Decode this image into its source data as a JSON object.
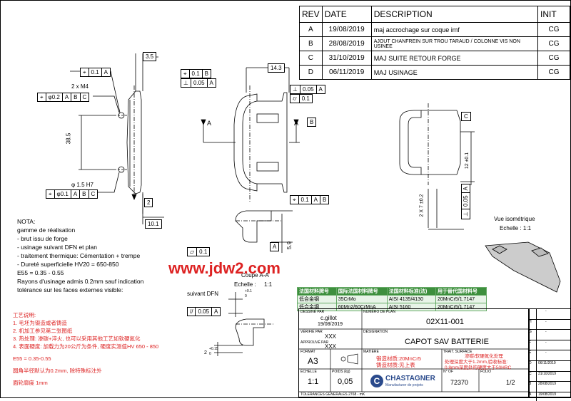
{
  "revisions": {
    "headers": [
      "REV",
      "DATE",
      "DESCRIPTION",
      "INIT"
    ],
    "rows": [
      {
        "rev": "A",
        "date": "19/08/2019",
        "desc": "maj accrochage sur coque imf",
        "init": "CG"
      },
      {
        "rev": "B",
        "date": "28/08/2019",
        "desc": "AJOUT CHANFREIN SUR TROU TARAUD / COLONNE VIS NON USINEE",
        "init": "CG"
      },
      {
        "rev": "C",
        "date": "31/10/2019",
        "desc": "MAJ SUITE RETOUR FORGE",
        "init": "CG"
      },
      {
        "rev": "D",
        "date": "06/11/2019",
        "desc": "MAJ USINAGE",
        "init": "CG"
      }
    ]
  },
  "dims": {
    "d35": "3.5",
    "d143": "14.3",
    "d385": "38.5",
    "d2": "2",
    "d101": "10.1",
    "d59": "5.9",
    "m4": "2 x M4",
    "h7": "φ 1.5 H7",
    "prof": "2 X 7 ±0.2",
    "plus_minus": "12 ±0.1",
    "dim_plus01": "+0.1",
    "dim_0": "0",
    "dim_2": "2",
    "dim_015": "+0.15",
    "dim_0b": "0"
  },
  "tolerances": {
    "t1": [
      "⌖",
      "0.1",
      "A"
    ],
    "t2": [
      "⌖",
      "φ0.2",
      "A",
      "B",
      "C"
    ],
    "t3": [
      "⌖",
      "φ0.1",
      "A",
      "B",
      "C"
    ],
    "t4": [
      "⌖",
      "0.1",
      "B"
    ],
    "t5": [
      "⊥",
      "0.05",
      "A"
    ],
    "t6": [
      "⊥",
      "0.05",
      "A"
    ],
    "t7": [
      "⌭",
      "0.1"
    ],
    "t8": [
      "⌖",
      "0.1",
      "A",
      "B"
    ],
    "t9": [
      "▱",
      "0.1"
    ],
    "t10": [
      "//",
      "0.05",
      "A"
    ],
    "t11": [
      "⊥",
      "0.05",
      "A"
    ]
  },
  "datums": {
    "a": "A",
    "b": "B",
    "c": "C"
  },
  "labels": {
    "coupe": "Coupe A-A",
    "echelle": "Echelle :",
    "scale1": "1:1",
    "suivant": "suivant DFN",
    "vue": "Vue isométrique",
    "vue_ech": "Echelle :  1:1",
    "section_a": "A"
  },
  "notes_fr": [
    "NOTA:",
    "gamme de réalisation",
    " - brut issu de forge",
    " - usinage suivant DFN et plan",
    " - traitement thermique: Cémentation + trempe",
    " - Dureté superficielle HV20 = 650-850",
    "E55 = 0.35 - 0.55",
    "Rayons d'usinage admis 0.2mm sauf indication",
    "tolérance sur les faces externes visible:"
  ],
  "notes_cn": [
    "工艺说明:",
    "1. 毛坯为锻造或者铸造",
    "2. 机加工参见第二张图纸",
    "3. 热处理: 渗碳+淬火, 也可以采用其他工艺如软硬氮化",
    "4. 表面硬度: 加载力为20公斤为条件, 硬度实测值HV 650 - 850",
    "E55 = 0.35-0.55",
    "圆角半径默认为0.2mm, 除特殊标注外",
    "面轮廓度 1mm"
  ],
  "watermark": "www.jdw2.com",
  "materials": {
    "headers": [
      "法国材料牌号",
      "国际法国材料牌号",
      "法国材料标准(法)",
      "用于替代国材料号"
    ],
    "rows": [
      [
        "低合金钢",
        "35CrMo",
        "AISI 4135/4130",
        "20MnCr5/1.7147"
      ],
      [
        "低合金钢",
        "60Mn2/60CrMnA",
        "AISI 5160",
        "20MnCr5/1.7147"
      ]
    ]
  },
  "titleblock": {
    "dessine_lbl": "DESSINÉ PAR",
    "dessine": "c.gillot",
    "date1": "19/08/2019",
    "numero_lbl": "NUMÉRO DE PLAN",
    "numero": "02X11-001",
    "verif_lbl": "VÉRIFIÉ PAR",
    "verif": "XXX",
    "designation_lbl": "DÉSIGNATION",
    "designation": "CAPOT SAV BATTERIE",
    "approuve_lbl": "APPROUVÉ PAR",
    "approuve": "XXX",
    "format_lbl": "FORMAT",
    "format": "A3",
    "matiere_lbl": "MATIÈRE",
    "matiere": "锻造材质:20MnCr5",
    "matiere2": "铸造材质:见上表",
    "traitement_lbl": "TRAIT. SURFACE",
    "traitement": "渗碳/软硬氮化处理",
    "traitement2": "处理深度大于1.2mm,验收标准:",
    "traitement3": "0.8mm深度处的硬度大于50HRC",
    "echelle_lbl": "ÉCHELLE",
    "echelle": "1:1",
    "poids_lbl": "POIDS (kg)",
    "poids": "0,05",
    "company": "CHASTAGNER",
    "company_sub": "Manufacturer de projets",
    "nof_lbl": "N° OF",
    "nof": "72370",
    "folio_lbl": "FOLIO",
    "folio": "1/2",
    "tolerances": "TOLERANCES GENERALES 2768 - mK"
  },
  "rev_side": [
    {
      "rev": "I",
      "date": "-"
    },
    {
      "rev": "H",
      "date": "-"
    },
    {
      "rev": "G",
      "date": "-"
    },
    {
      "rev": "F",
      "date": "-"
    },
    {
      "rev": "E",
      "date": "-"
    },
    {
      "rev": "D",
      "date": "06/11/2019"
    },
    {
      "rev": "C",
      "date": "31/10/2019"
    },
    {
      "rev": "B",
      "date": "28/08/2019"
    },
    {
      "rev": "A",
      "date": "19/08/2019"
    }
  ]
}
